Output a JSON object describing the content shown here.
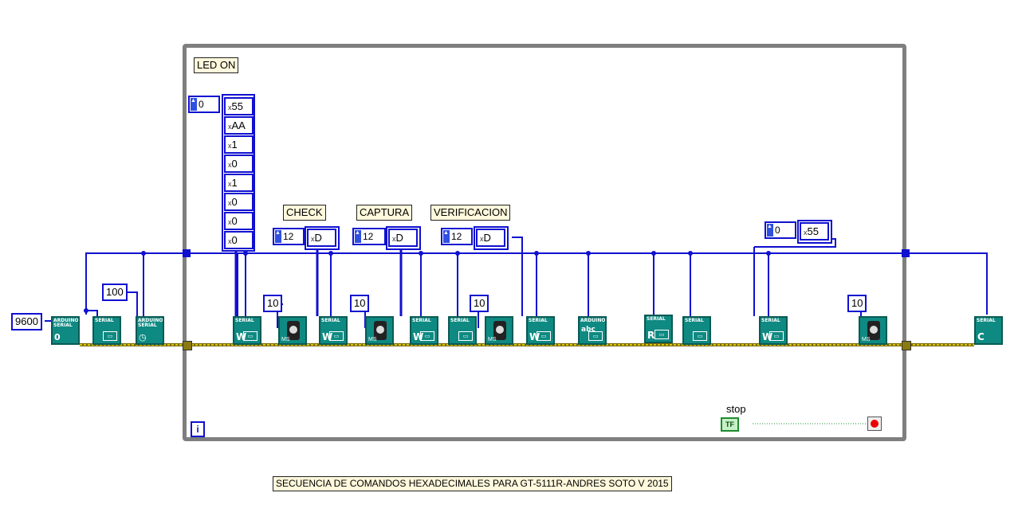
{
  "labels": {
    "led_on": "LED ON",
    "check": "CHECK",
    "captura": "CAPTURA",
    "verificacion": "VERIFICACION",
    "caption": "SECUENCIA DE COMANDOS HEXADECIMALES PARA GT-5111R-ANDRES SOTO V 2015",
    "stop": "stop"
  },
  "constants": {
    "baud": "9600",
    "timeout": "100",
    "wait1": "10",
    "wait2": "10",
    "wait3": "10",
    "wait4": "10",
    "array_index_main": "0",
    "array_index_end": "0",
    "check_index": "12",
    "captura_index": "12",
    "verif_index": "12"
  },
  "main_array": [
    "55",
    "AA",
    "1",
    "0",
    "1",
    "0",
    "0",
    "0"
  ],
  "hex": {
    "check": "D",
    "captura": "D",
    "verificacion": "D",
    "end": "55",
    "prefix": "x"
  },
  "blocks": {
    "arduino_serial": "ARDUINO SERIAL",
    "serial": "SERIAL",
    "arduino": "ARDUINO",
    "abc": "abc",
    "ms": "MS",
    "w": "W",
    "r": "R",
    "c": "C",
    "tf": "TF",
    "iter": "i"
  },
  "colors": {
    "wire_blue": "#1010d0",
    "wire_yellow": "#b8a000",
    "block_teal": "#0e8a82",
    "loop_gray": "#7f7f7f"
  }
}
